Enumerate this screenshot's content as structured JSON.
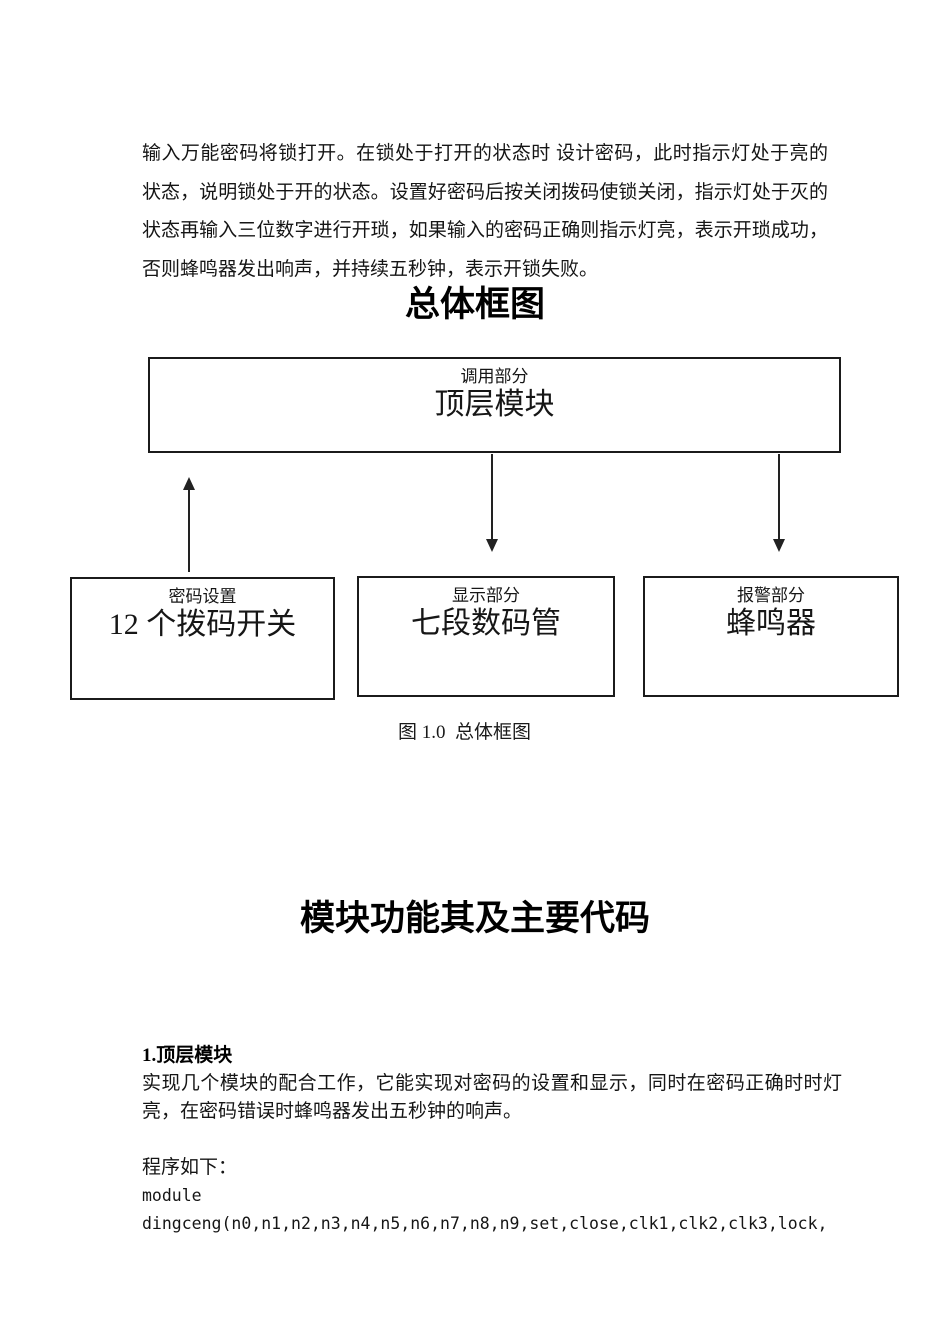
{
  "intro_paragraph": "输入万能密码将锁打开。在锁处于打开的状态时 设计密码，此时指示灯处于亮的状态，说明锁处于开的状态。设置好密码后按关闭拨码使锁关闭，指示灯处于灭的状态再输入三位数字进行开琐，如果输入的密码正确则指示灯亮，表示开琐成功，否则蜂鸣器发出响声，并持续五秒钟，表示开锁失败。",
  "section1_heading": "总体框图",
  "diagram": {
    "top_box": {
      "small": "调用部分",
      "large": "顶层模块"
    },
    "boxes": [
      {
        "small": "密码设置",
        "large": "12 个拨码开关"
      },
      {
        "small": "显示部分",
        "large": "七段数码管"
      },
      {
        "small": "报警部分",
        "large": "蜂鸣器"
      }
    ],
    "caption": "图 1.0  总体框图"
  },
  "section2_heading": "模块功能其及主要代码",
  "module_section": {
    "title": "1.顶层模块",
    "description": "实现几个模块的配合工作，它能实现对密码的设置和显示，同时在密码正确时时灯亮，在密码错误时蜂鸣器发出五秒钟的响声。",
    "code_intro": "程序如下：",
    "code_lines": [
      "module",
      "dingceng(n0,n1,n2,n3,n4,n5,n6,n7,n8,n9,set,close,clk1,clk2,clk3,lock,"
    ]
  },
  "colors": {
    "background": "#ffffff",
    "text": "#151515",
    "box_border": "#1b1b1b"
  }
}
